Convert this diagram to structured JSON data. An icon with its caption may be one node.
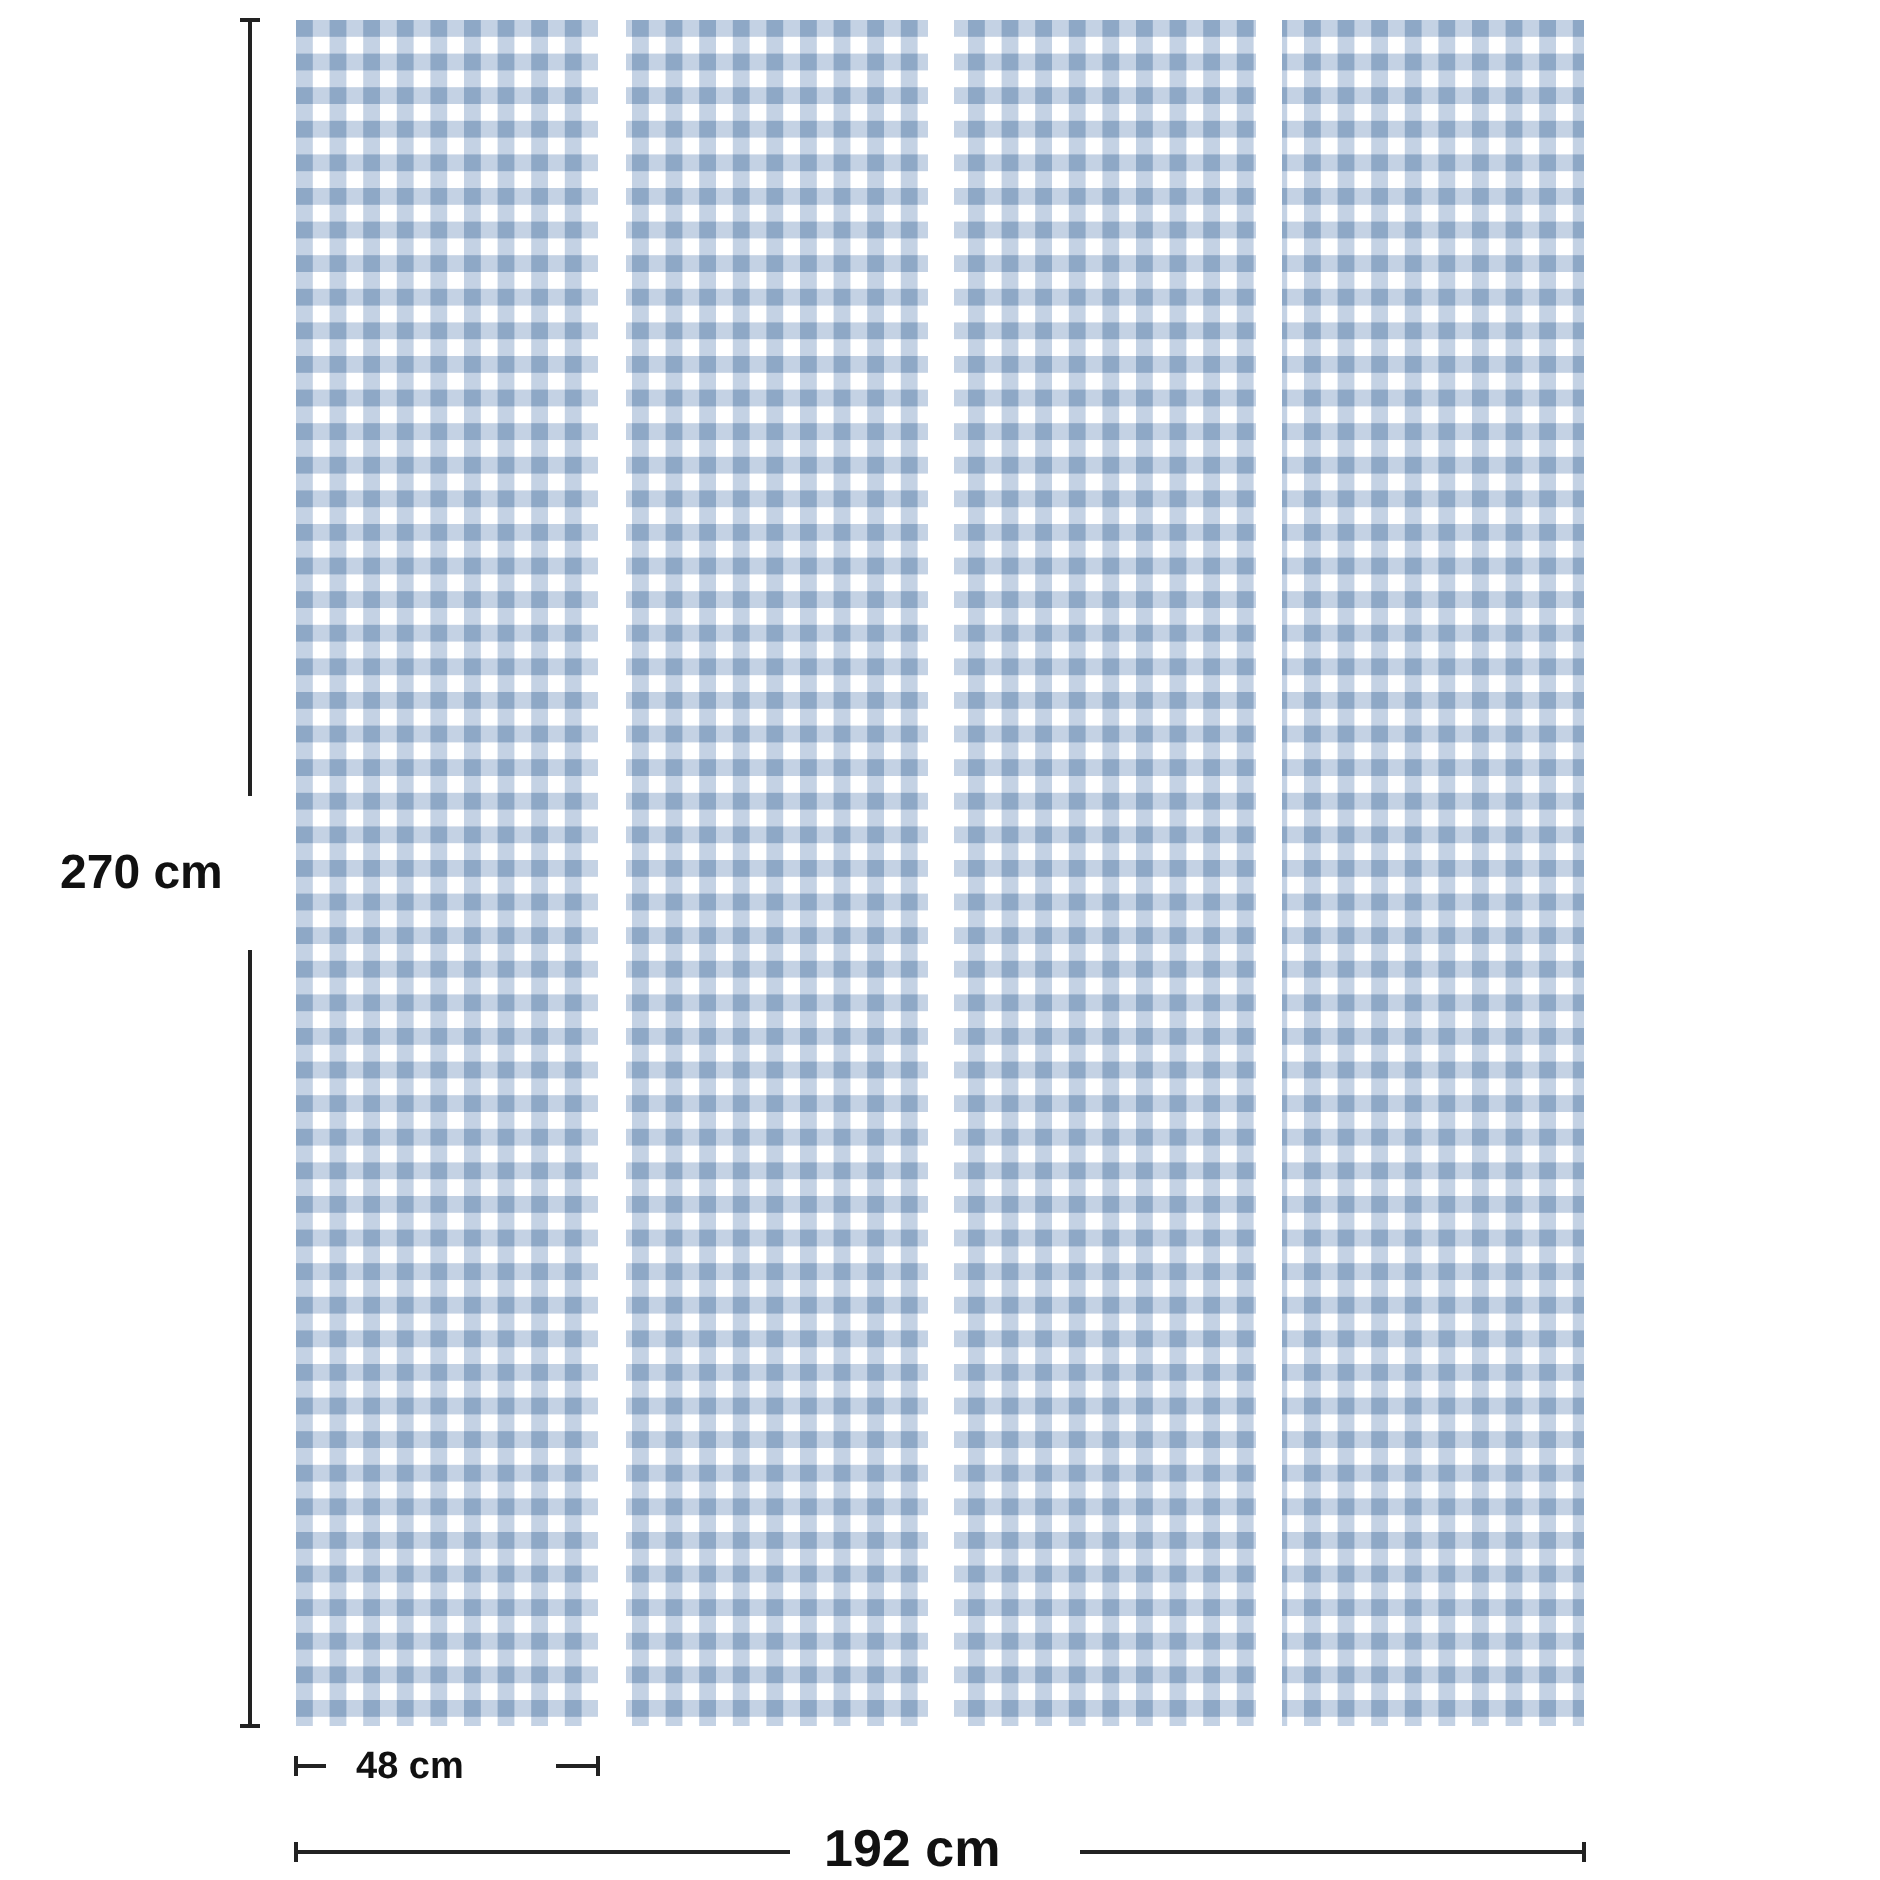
{
  "diagram": {
    "labels": [
      "270 cm",
      "48 cm",
      "192 cm"
    ]
  }
}
